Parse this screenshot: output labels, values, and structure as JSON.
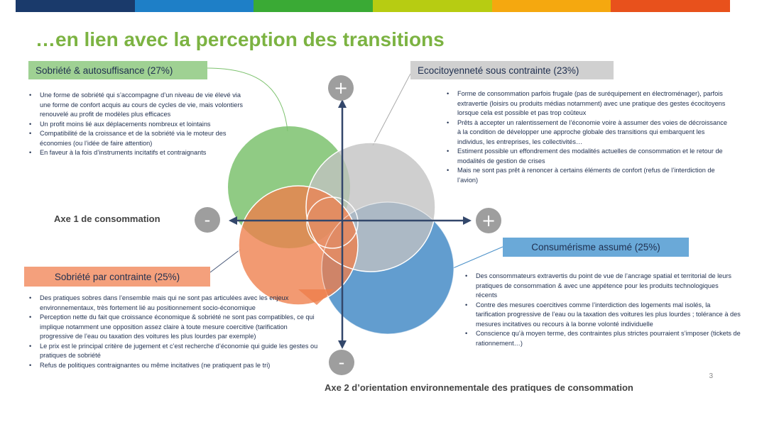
{
  "top_bar_colors": [
    "#1a3a6b",
    "#1e7fc7",
    "#3aaa35",
    "#b7cc12",
    "#f5a80f",
    "#e8511c"
  ],
  "title": "…en lien avec la perception des transitions",
  "quadrants": {
    "sobriete_autosuffisance": {
      "label": "Sobriété & autosuffisance (27%)",
      "color": "#7dc26e",
      "label_bg": "#9fd193",
      "bullets": [
        "Une forme de sobriété qui s’accompagne d’un niveau de vie élevé via une forme de confort acquis au cours de cycles de vie, mais volontiers renouvelé au profit de modèles plus efficaces",
        "Un profit moins lié aux déplacements nombreux et lointains",
        "Compatibilité de la croissance et de la sobriété via le moteur des économies (ou l’idée de faire attention)",
        "En faveur à la fois d’instruments incitatifs et contraignants"
      ]
    },
    "ecocitoyennete": {
      "label": "Ecocitoyenneté sous contrainte (23%)",
      "color": "#c4c4c4",
      "label_bg": "#d0d0d0",
      "bullets": [
        "Forme de consommation parfois frugale (pas de suréquipement en électroménager), parfois extravertie (loisirs  ou produits médias notamment) avec une pratique des gestes écocitoyens lorsque cela est possible et pas trop coûteux",
        "Prêts à accepter un ralentissement de l’économie voire à assumer des voies de décroissance à la condition de développer une approche globale des transitions qui embarquent les individus, les entreprises, les collectivités…",
        "Estiment possible un effondrement des modalités actuelles de consommation et le retour de modalités de gestion de crises",
        "Mais ne sont pas prêt à renoncer à certains éléments de confort (refus de l’interdiction de l’avion)"
      ]
    },
    "consumerisme": {
      "label": "Consumérisme assumé (25%)",
      "color": "#4a90c8",
      "label_bg": "#6aa9d8",
      "bullets": [
        "Des consommateurs extravertis du point de vue de l’ancrage spatial et territorial de leurs pratiques de consommation & avec une appétence pour les produits technologiques récents",
        "Contre des mesures coercitives comme l’interdiction des logements mal isolés, la tarification progressive de l’eau ou la taxation des voitures les plus lourdes ; tolérance à des mesures incitatives ou recours à la bonne volonté individuelle",
        "Conscience qu’à moyen terme, des contraintes plus strictes pourraient s’imposer (tickets de rationnement…)"
      ]
    },
    "sobriete_contrainte": {
      "label": "Sobriété par contrainte (25%)",
      "color": "#f08a5d",
      "label_bg": "#f4a07c",
      "bullets": [
        "Des pratiques sobres dans l’ensemble mais qui ne sont pas articulées avec les enjeux environnementaux, très fortement lié au positionnement socio-économique",
        "Perception nette du fait que croissance économique & sobriété ne sont pas compatibles, ce qui implique notamment une opposition assez claire à toute mesure coercitive (tarification progressive de l’eau ou taxation des voitures les plus lourdes par exemple)",
        "Le prix est le principal critère de jugement et c’est recherche d’économie qui guide les gestes ou pratiques de sobriété",
        "Refus de politiques contraignantes ou même incitatives (ne pratiquent pas le tri)"
      ]
    }
  },
  "axes": {
    "axis1_label": "Axe 1 de consommation",
    "axis2_label": "Axe 2 d’orientation environnementale des pratiques de consommation",
    "plus": "+",
    "minus": "-"
  },
  "page_number": "3"
}
